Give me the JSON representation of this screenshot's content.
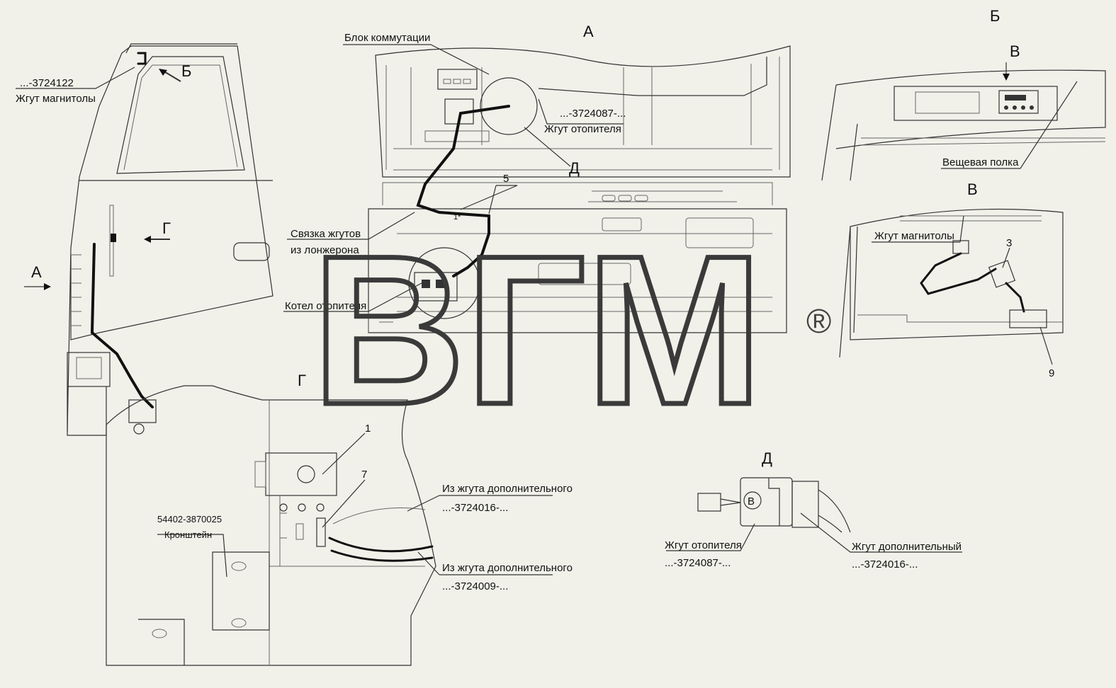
{
  "views": {
    "a_title": "А",
    "b_title": "Б",
    "v_title": "В",
    "d_title": "Д",
    "g_title": "Г",
    "arrow_a": "А",
    "arrow_b": "Б",
    "arrow_g": "Г",
    "arrow_v": "В",
    "arrow_d": "Д"
  },
  "labels": {
    "radio_part": "...-3724122",
    "radio_harness": "Жгут магнитолы",
    "switch_block": "Блок коммутации",
    "heater_part": "...-3724087-...",
    "heater_harness": "Жгут отопителя",
    "bundle_line1": "Связка жгутов",
    "bundle_line2": "из лонжерона",
    "boiler": "Котел отопителя",
    "pos5": "5",
    "pos1star": "1*",
    "shelf": "Вещевая полка",
    "v_radio_harness": "Жгут магнитолы",
    "pos3": "3",
    "pos9": "9",
    "pos1": "1",
    "pos7": "7",
    "bracket_part": "54402-3870025",
    "bracket": "Кронштейн",
    "from_add1": "Из жгута дополнительного",
    "add1_part": "...-3724016-...",
    "from_add2": "Из жгута дополнительного",
    "add2_part": "...-3724009-...",
    "d_heater_harness": "Жгут отопителя",
    "d_heater_part": "...-3724087-...",
    "d_add_harness": "Жгут дополнительный",
    "d_add_part": "...-3724016-...",
    "connector_mark": "В"
  },
  "watermark": {
    "text": "ВГМ",
    "registered": "®"
  },
  "colors": {
    "background": "#f1f1ea",
    "line": "#333333",
    "watermark": "#3a3a3a"
  }
}
